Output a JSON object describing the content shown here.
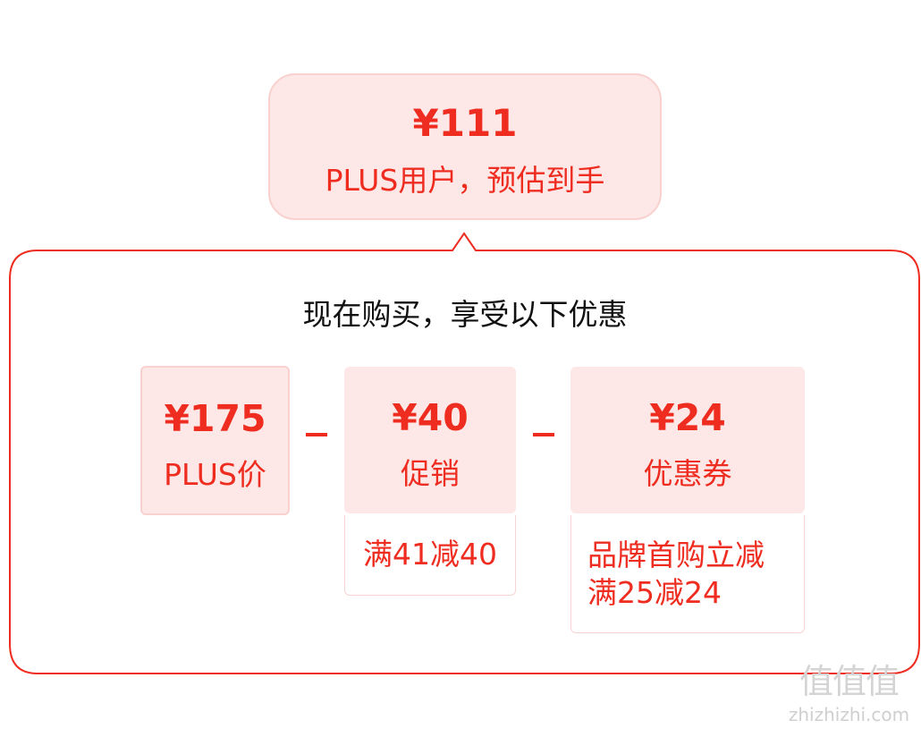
{
  "estimate": {
    "price": "¥111",
    "label": "PLUS用户，预估到手"
  },
  "panel": {
    "title": "现在购买，享受以下优惠"
  },
  "deals": {
    "plus": {
      "amount": "¥175",
      "label": "PLUS价"
    },
    "promo": {
      "amount": "¥40",
      "label": "促销",
      "detail": [
        "满41减40"
      ]
    },
    "coupon": {
      "amount": "¥24",
      "label": "优惠券",
      "detail": [
        "品牌首购立减",
        "满25减24"
      ]
    }
  },
  "watermark": {
    "glyphs": "值值值",
    "text": "zhizhizhi.com"
  },
  "colors": {
    "accent": "#ee2c20",
    "box_background": "#fde8e7",
    "box_border": "#f9d1cf",
    "title_text": "#111111"
  }
}
